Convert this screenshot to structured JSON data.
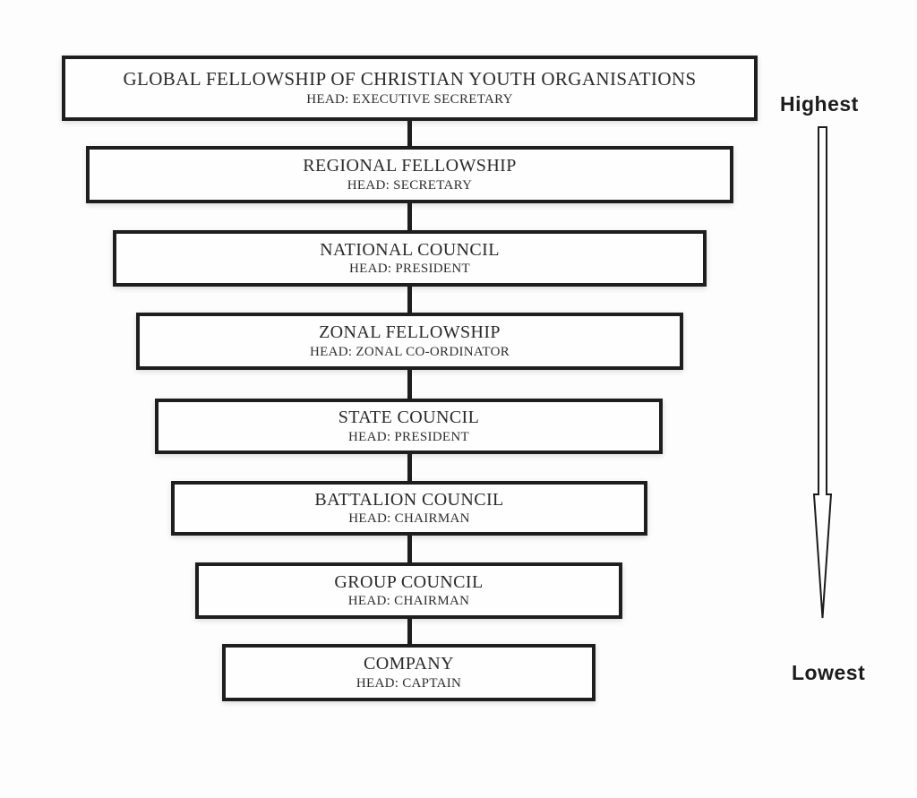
{
  "levels": [
    {
      "title": "GLOBAL FELLOWSHIP OF CHRISTIAN YOUTH ORGANISATIONS",
      "head": "HEAD: EXECUTIVE SECRETARY"
    },
    {
      "title": "REGIONAL FELLOWSHIP",
      "head": "HEAD: SECRETARY"
    },
    {
      "title": "NATIONAL COUNCIL",
      "head": "HEAD: PRESIDENT"
    },
    {
      "title": "ZONAL FELLOWSHIP",
      "head": "HEAD: ZONAL CO-ORDINATOR"
    },
    {
      "title": "STATE COUNCIL",
      "head": "HEAD: PRESIDENT"
    },
    {
      "title": "BATTALION COUNCIL",
      "head": "HEAD: CHAIRMAN"
    },
    {
      "title": "GROUP COUNCIL",
      "head": "HEAD: CHAIRMAN"
    },
    {
      "title": "COMPANY",
      "head": "HEAD: CAPTAIN"
    }
  ],
  "scale": {
    "top_label": "Highest",
    "bottom_label": "Lowest"
  },
  "colors": {
    "border": "#1e1e1e",
    "text": "#2a2a2a",
    "background": "#fdfdfd"
  }
}
